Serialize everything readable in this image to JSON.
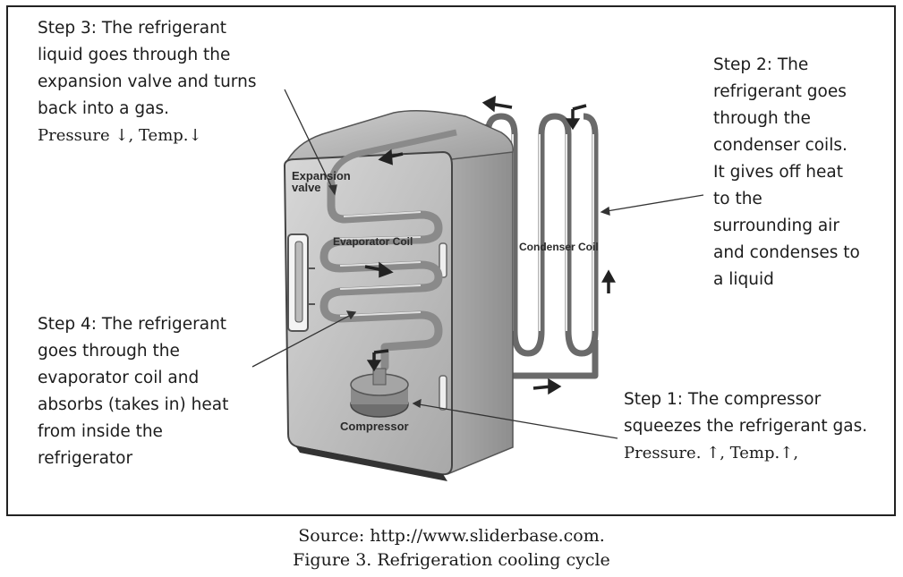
{
  "steps": {
    "step1": {
      "lines": [
        "Step 1: The compressor",
        "squeezes the refrigerant gas."
      ],
      "measure": "Pressure. ↑, Temp.↑,"
    },
    "step2": {
      "lines": [
        "Step 2: The",
        "refrigerant goes",
        "through the",
        "condenser coils.",
        "It gives off heat",
        "to the",
        "surrounding air",
        "and condenses to",
        "a liquid"
      ]
    },
    "step3": {
      "lines": [
        "Step 3: The refrigerant",
        "liquid goes through the",
        "expansion valve and turns",
        "back into a gas."
      ],
      "measure": "Pressure ↓, Temp.↓"
    },
    "step4": {
      "lines": [
        "Step 4: The refrigerant",
        "goes through the",
        "evaporator coil and",
        "absorbs (takes in) heat",
        "from inside the",
        "refrigerator"
      ]
    }
  },
  "diagram_labels": {
    "expansion_valve": [
      "Expansion",
      "valve"
    ],
    "evaporator_coil": "Evaporator Coil",
    "condenser_coil": "Condenser Coil",
    "compressor": "Compressor"
  },
  "caption": {
    "source": "Source: http://www.sliderbase.com.",
    "figure": "Figure 3. Refrigeration cooling cycle"
  }
}
